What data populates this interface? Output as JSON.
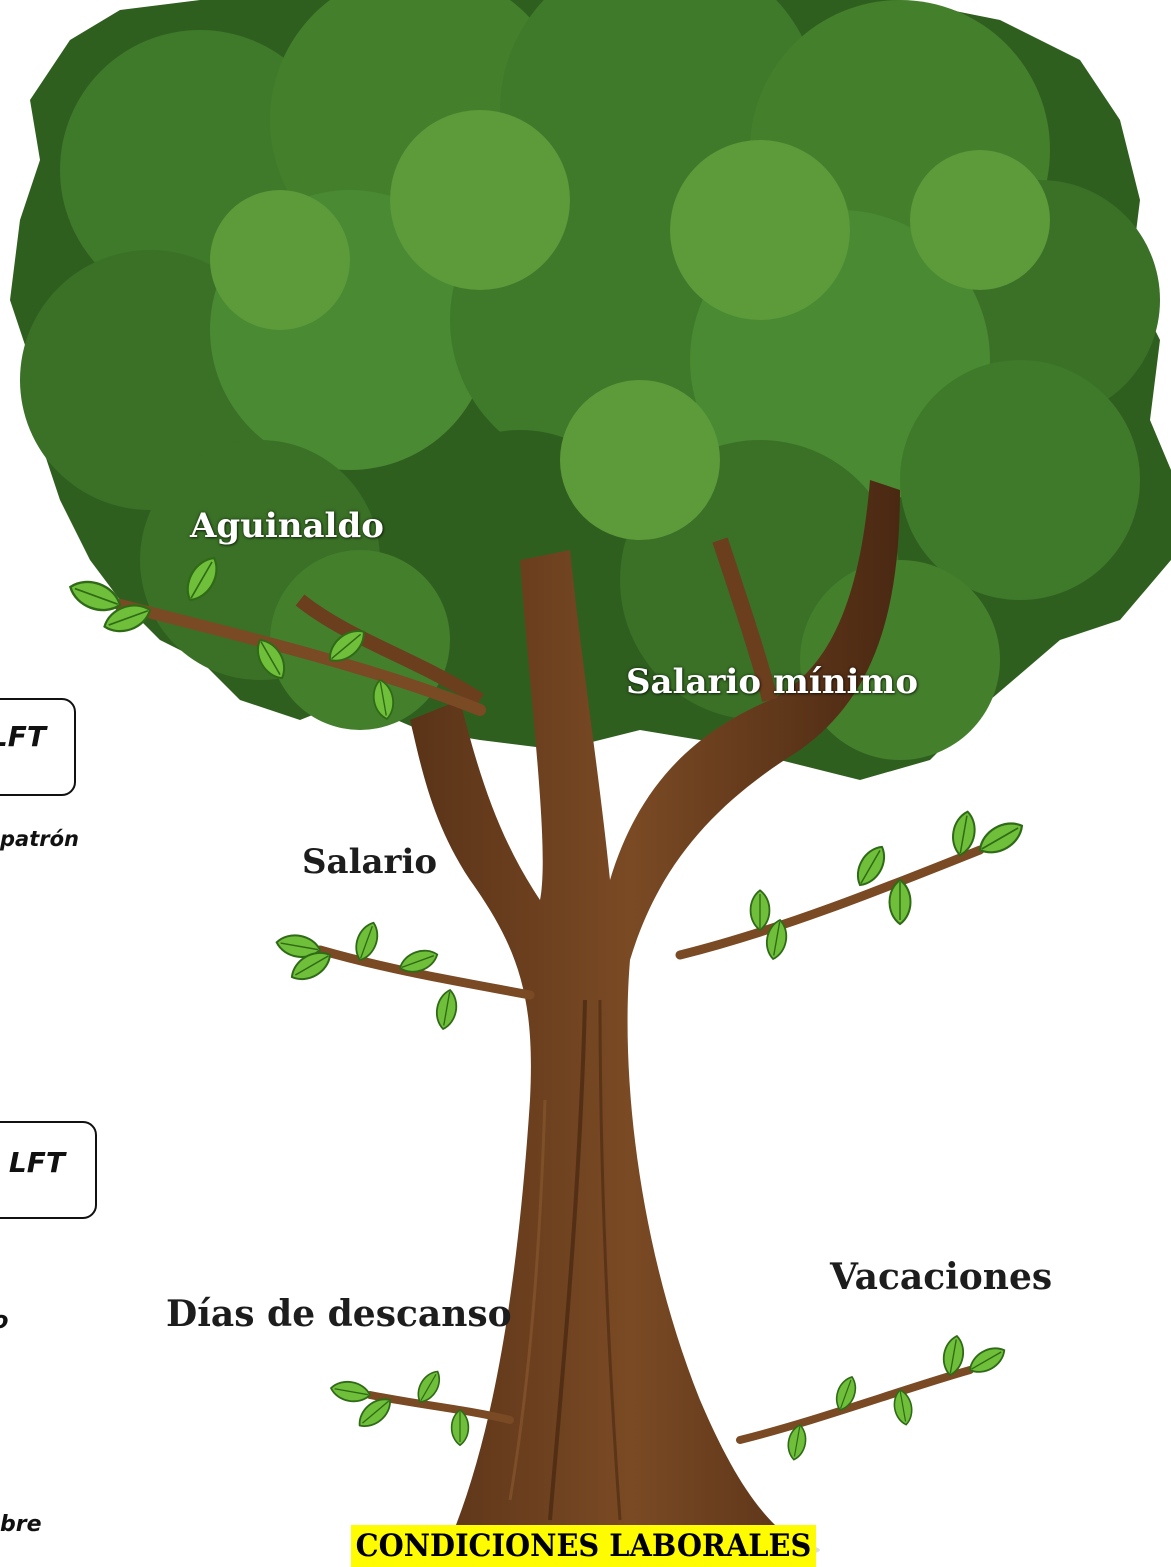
{
  "diagram": {
    "title": "CONDICIONES LABORALES",
    "branches": {
      "aguinaldo": "Aguinaldo",
      "salario_minimo": "Salario mínimo",
      "salario": "Salario",
      "vacaciones": "Vacaciones",
      "dias_descanso": "Días de descanso"
    },
    "left_fragments": {
      "box1": "LFT",
      "box2": "LFT",
      "text1": "patrón",
      "text2": "o",
      "text3": "bre"
    }
  },
  "colors": {
    "foliage_dark": "#2f5f1f",
    "foliage_mid": "#3e7a2a",
    "foliage_light": "#5c9a3a",
    "trunk": "#6b3e1e",
    "leaf": "#6fbf3a",
    "title_highlight": "#fffb00"
  }
}
